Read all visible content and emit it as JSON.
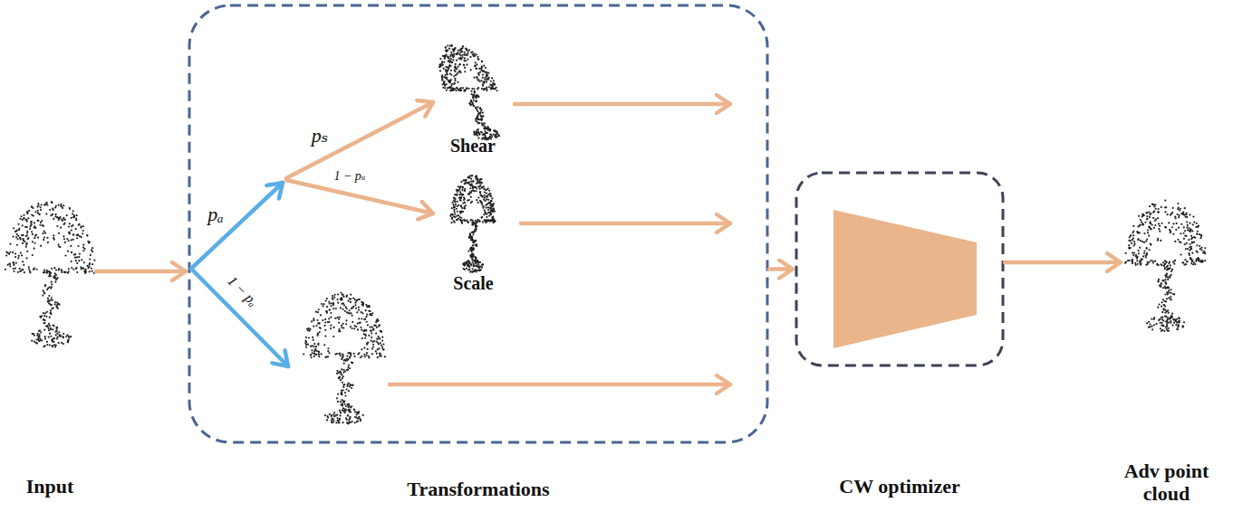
{
  "diagram": {
    "nodes": [
      {
        "text": [
          "Input"
        ]
      },
      {
        "text": [
          "Transformations"
        ]
      },
      {
        "text": [
          "Shear"
        ],
        "in": 1
      },
      {
        "text": [
          "Scale"
        ],
        "in": 1
      },
      {
        "text": [
          "CW optimizer"
        ]
      },
      {
        "text": [
          "Adv point cloud"
        ]
      }
    ],
    "edges": [
      {
        "from": 0,
        "to": 1,
        "arrow": "to"
      },
      {
        "from": 1,
        "to": 4,
        "arrow": "to"
      },
      {
        "from": 4,
        "to": 5,
        "arrow": "to"
      }
    ],
    "labels": [
      "pₐ",
      "1 − pₐ",
      "pₛ",
      "1 − pₛ"
    ]
  }
}
